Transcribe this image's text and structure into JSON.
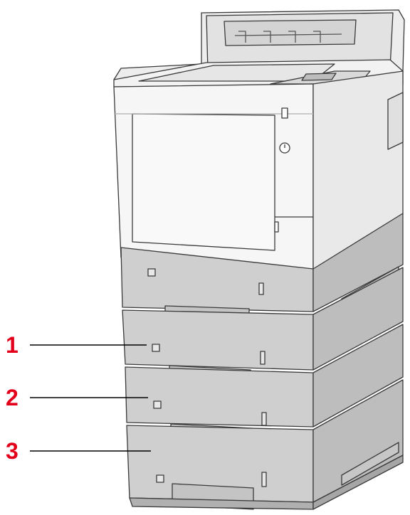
{
  "callouts": [
    {
      "label": "1",
      "target": "cassette-tray-2"
    },
    {
      "label": "2",
      "target": "cassette-tray-3"
    },
    {
      "label": "3",
      "target": "cassette-tray-4"
    }
  ],
  "colors": {
    "callout": "#e2001a",
    "body_white": "#f4f4f4",
    "body_edge": "#9a9a9a",
    "tray_gray": "#cfcfcf",
    "tray_dark": "#b9b9b9",
    "outline": "#3a3a3a"
  }
}
